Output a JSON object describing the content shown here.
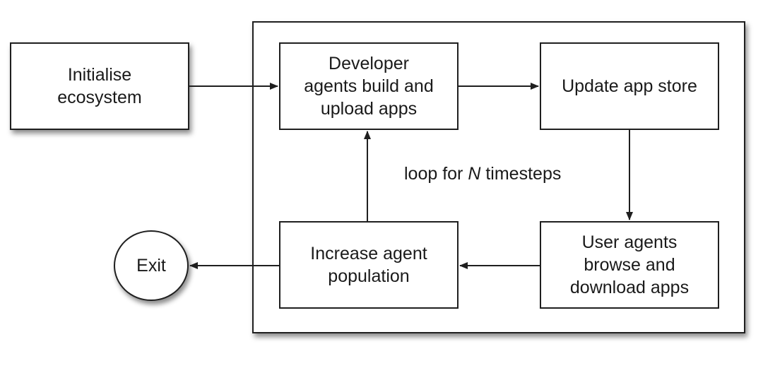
{
  "nodes": {
    "initialise": "Initialise\necosystem",
    "developer": "Developer\nagents build and\nupload apps",
    "update_store": "Update app store",
    "user_agents": "User agents\nbrowse and\ndownload apps",
    "increase_population": "Increase agent\npopulation",
    "exit": "Exit"
  },
  "loop_label": {
    "prefix": "loop for",
    "variable": "N",
    "suffix": "timesteps"
  }
}
